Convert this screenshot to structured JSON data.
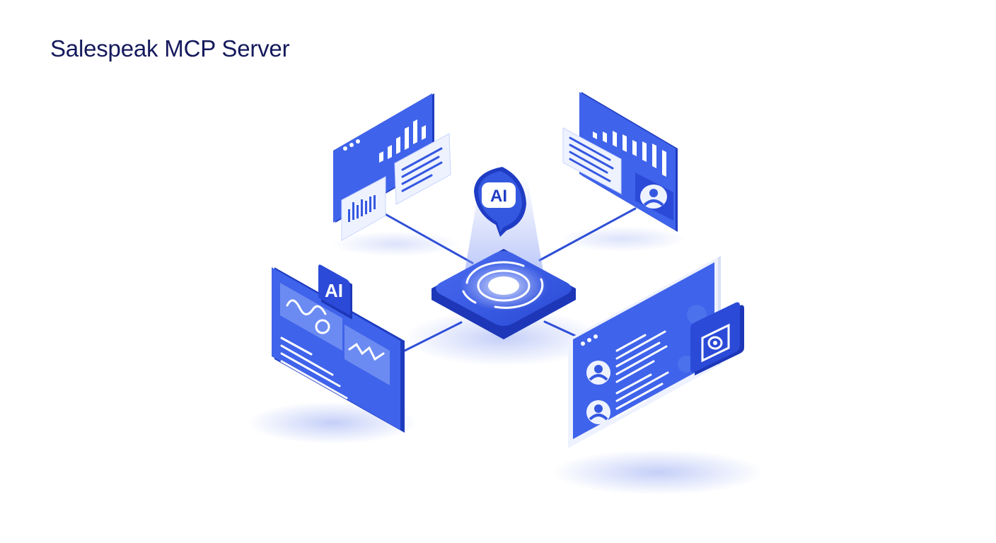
{
  "title": "Salespeak MCP Server",
  "hub": {
    "bubble_label": "AI"
  },
  "nodes": {
    "top_left": {
      "kind": "analytics-dashboard-panel"
    },
    "top_right": {
      "kind": "analytics-profile-panel"
    },
    "bottom_left": {
      "badge_label": "AI"
    },
    "bottom_right": {
      "kind": "contacts-window-panel"
    }
  },
  "colors": {
    "title": "#151a5c",
    "accent": "#3558e0",
    "accent_dark": "#1e3bbf",
    "panel_light": "#e9efff",
    "connector": "#2f4fd6"
  }
}
